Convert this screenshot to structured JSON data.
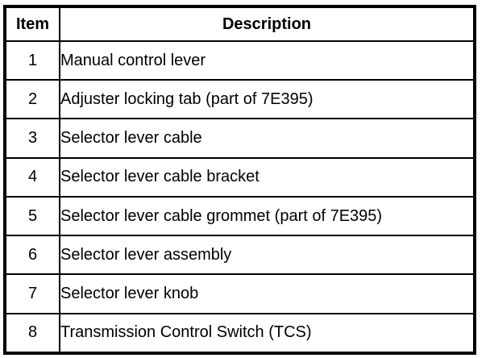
{
  "table": {
    "headers": {
      "item": "Item",
      "description": "Description"
    },
    "rows": [
      {
        "item": "1",
        "description": "Manual control lever"
      },
      {
        "item": "2",
        "description": "Adjuster locking tab (part of 7E395)"
      },
      {
        "item": "3",
        "description": "Selector lever cable"
      },
      {
        "item": "4",
        "description": "Selector lever cable bracket"
      },
      {
        "item": "5",
        "description": "Selector lever cable grommet (part of 7E395)"
      },
      {
        "item": "6",
        "description": "Selector lever assembly"
      },
      {
        "item": "7",
        "description": "Selector lever knob"
      },
      {
        "item": "8",
        "description": "Transmission Control Switch (TCS)"
      }
    ],
    "colors": {
      "border": "#000000",
      "background": "#ffffff",
      "text": "#000000"
    }
  }
}
